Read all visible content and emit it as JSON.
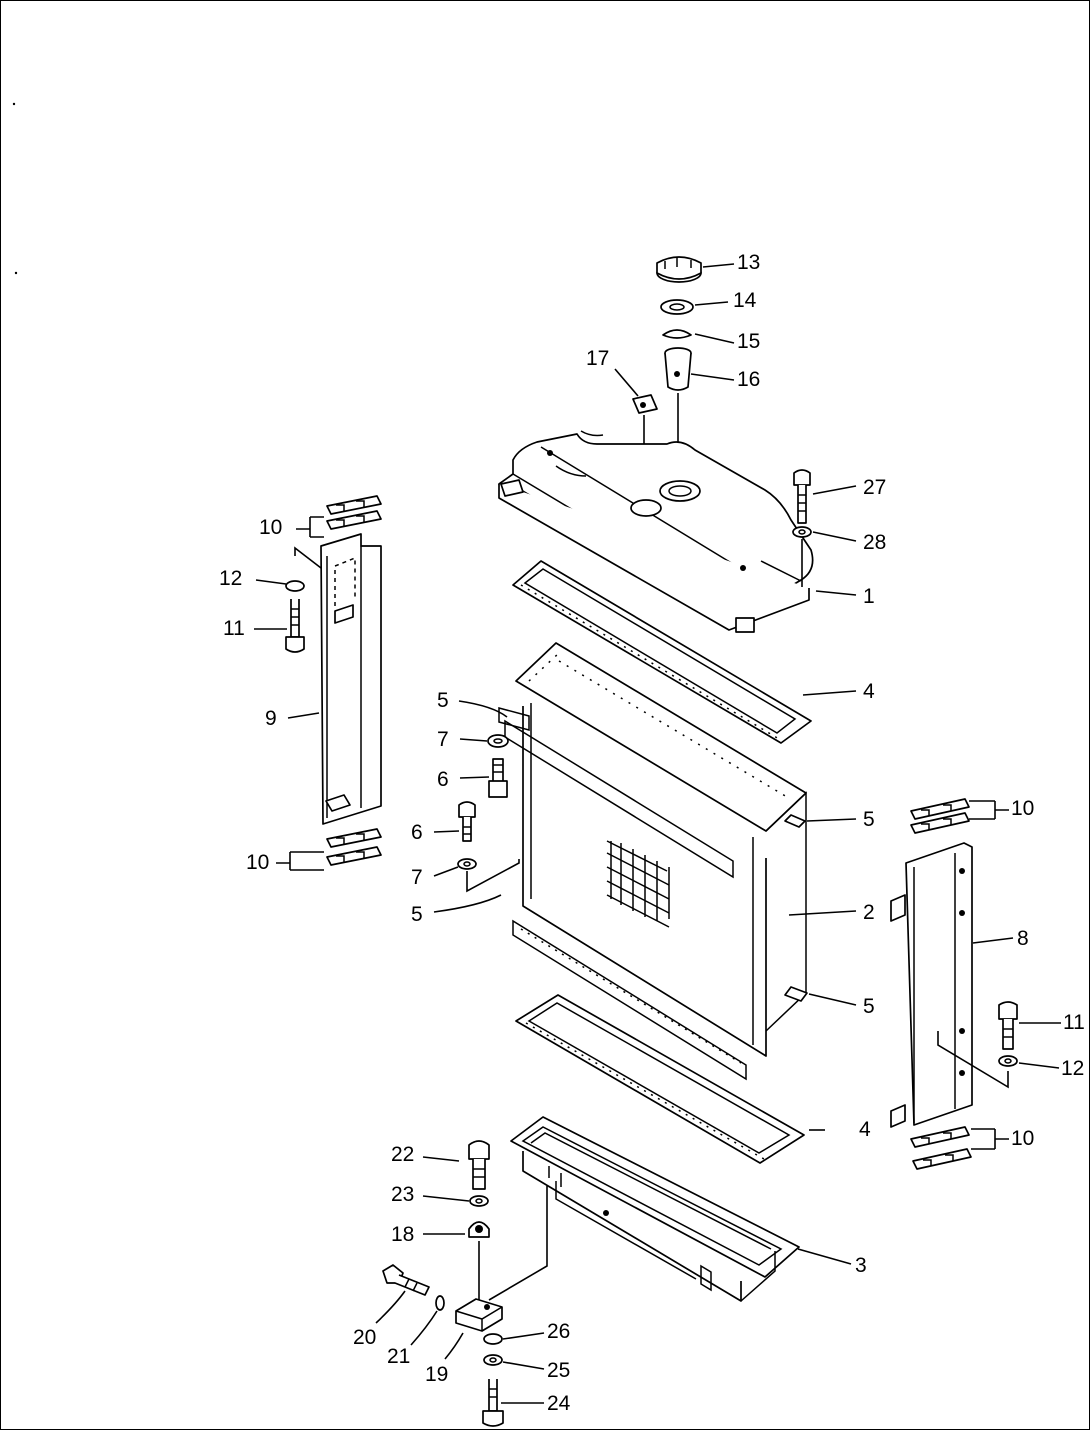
{
  "labels": [
    {
      "id": "13",
      "text": "13"
    },
    {
      "id": "14",
      "text": "14"
    },
    {
      "id": "15",
      "text": "15"
    },
    {
      "id": "16",
      "text": "16"
    },
    {
      "id": "17",
      "text": "17"
    },
    {
      "id": "27",
      "text": "27"
    },
    {
      "id": "28",
      "text": "28"
    },
    {
      "id": "1",
      "text": "1"
    },
    {
      "id": "10a",
      "text": "10"
    },
    {
      "id": "12a",
      "text": "12"
    },
    {
      "id": "11a",
      "text": "11"
    },
    {
      "id": "9",
      "text": "9"
    },
    {
      "id": "10b",
      "text": "10"
    },
    {
      "id": "4a",
      "text": "4"
    },
    {
      "id": "5a",
      "text": "5"
    },
    {
      "id": "7a",
      "text": "7"
    },
    {
      "id": "6a",
      "text": "6"
    },
    {
      "id": "6b",
      "text": "6"
    },
    {
      "id": "7b",
      "text": "7"
    },
    {
      "id": "5b",
      "text": "5"
    },
    {
      "id": "5c",
      "text": "5"
    },
    {
      "id": "2",
      "text": "2"
    },
    {
      "id": "5d",
      "text": "5"
    },
    {
      "id": "10c",
      "text": "10"
    },
    {
      "id": "8",
      "text": "8"
    },
    {
      "id": "11b",
      "text": "11"
    },
    {
      "id": "12b",
      "text": "12"
    },
    {
      "id": "10d",
      "text": "10"
    },
    {
      "id": "4b",
      "text": "4"
    },
    {
      "id": "22",
      "text": "22"
    },
    {
      "id": "23",
      "text": "23"
    },
    {
      "id": "18",
      "text": "18"
    },
    {
      "id": "3",
      "text": "3"
    },
    {
      "id": "20",
      "text": "20"
    },
    {
      "id": "21",
      "text": "21"
    },
    {
      "id": "19",
      "text": "19"
    },
    {
      "id": "26",
      "text": "26"
    },
    {
      "id": "25",
      "text": "25"
    },
    {
      "id": "24",
      "text": "24"
    }
  ]
}
